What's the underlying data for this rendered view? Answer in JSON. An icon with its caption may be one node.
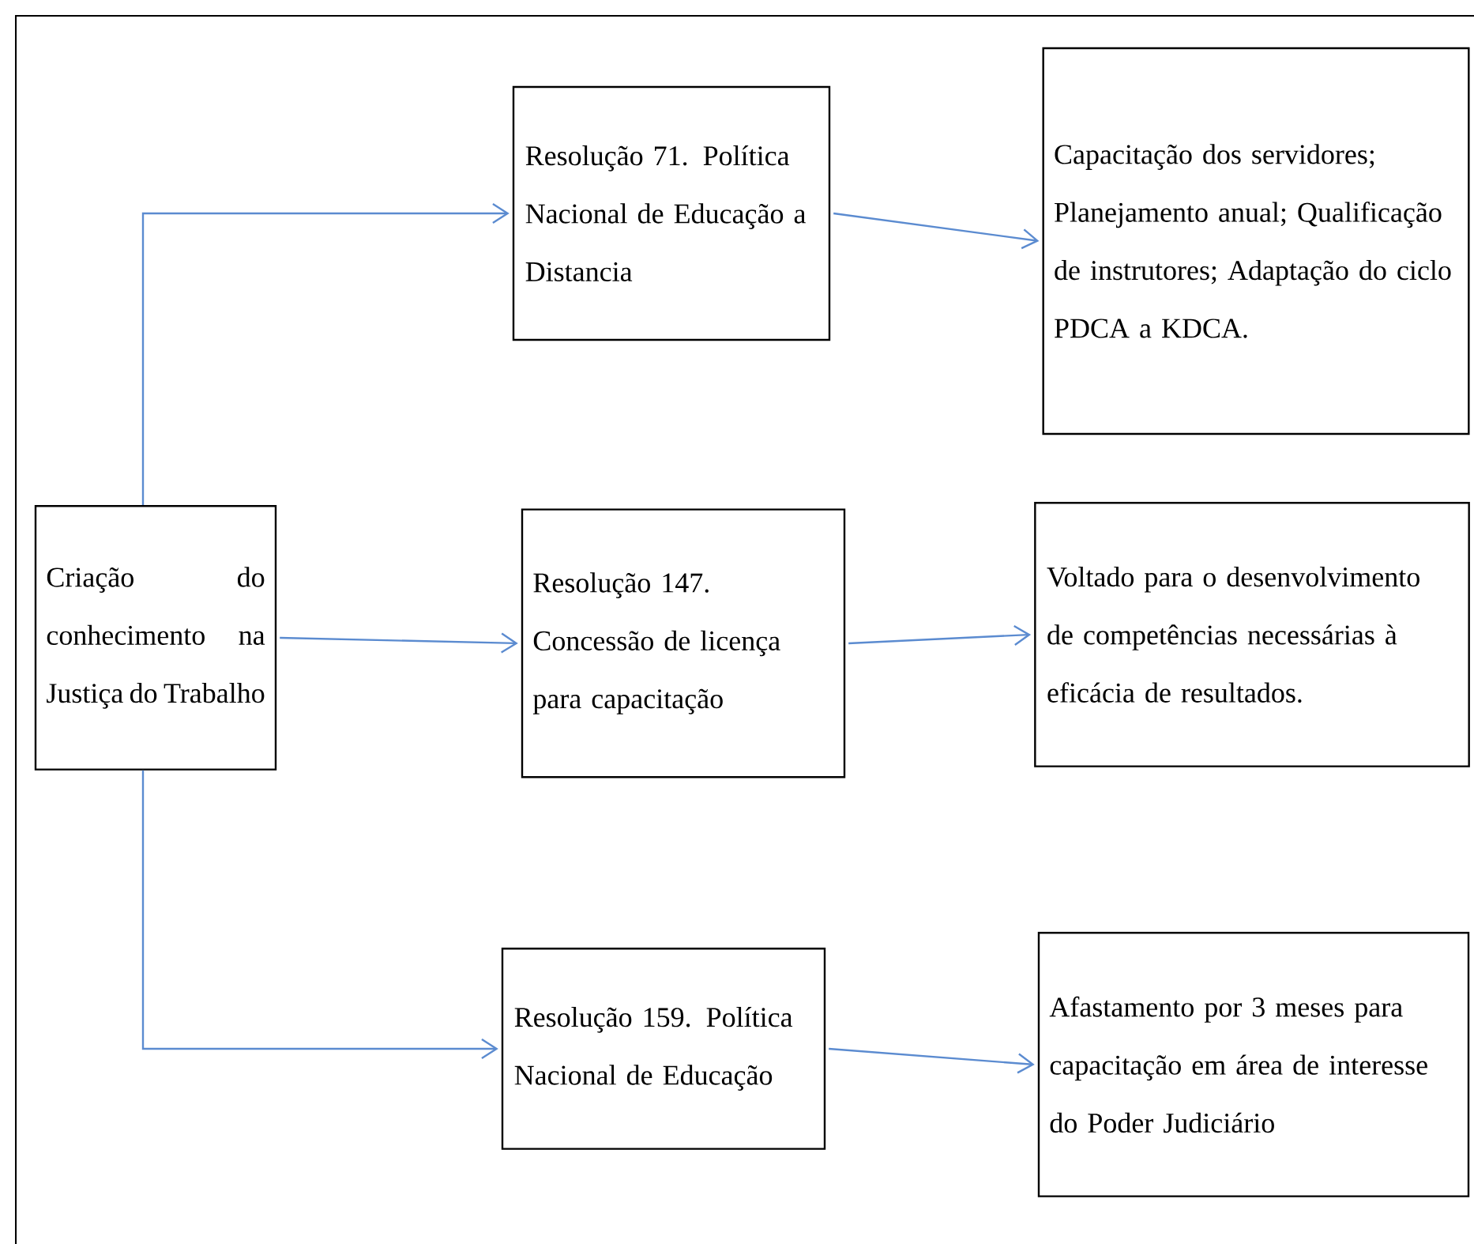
{
  "diagram": {
    "nodes": [
      {
        "text": [
          "Criação do conhecimento na Justiça do Trabalho"
        ]
      },
      {
        "text": [
          "Resolução 71. Política Nacional de Educação a Distancia"
        ]
      },
      {
        "text": [
          "Capacitação dos servidores; Planejamento anual; Qualificação de instrutores; Adaptação do ciclo PDCA a KDCA."
        ]
      },
      {
        "text": [
          "Resolução 147. Concessão de licença para capacitação"
        ]
      },
      {
        "text": [
          "Voltado para o desenvolvimento de competências necessárias à eficácia de resultados."
        ]
      },
      {
        "text": [
          "Resolução 159. Política Nacional de Educação"
        ]
      },
      {
        "text": [
          "Afastamento por 3 meses para capacitação em área de interesse do Poder Judiciário"
        ]
      }
    ],
    "edges": [
      {
        "from": 0,
        "to": 1,
        "arrow": "to"
      },
      {
        "from": 0,
        "to": 3,
        "arrow": "to"
      },
      {
        "from": 0,
        "to": 5,
        "arrow": "to"
      },
      {
        "from": 1,
        "to": 2,
        "arrow": "to"
      },
      {
        "from": 3,
        "to": 4,
        "arrow": "to"
      },
      {
        "from": 5,
        "to": 6,
        "arrow": "to"
      }
    ]
  }
}
